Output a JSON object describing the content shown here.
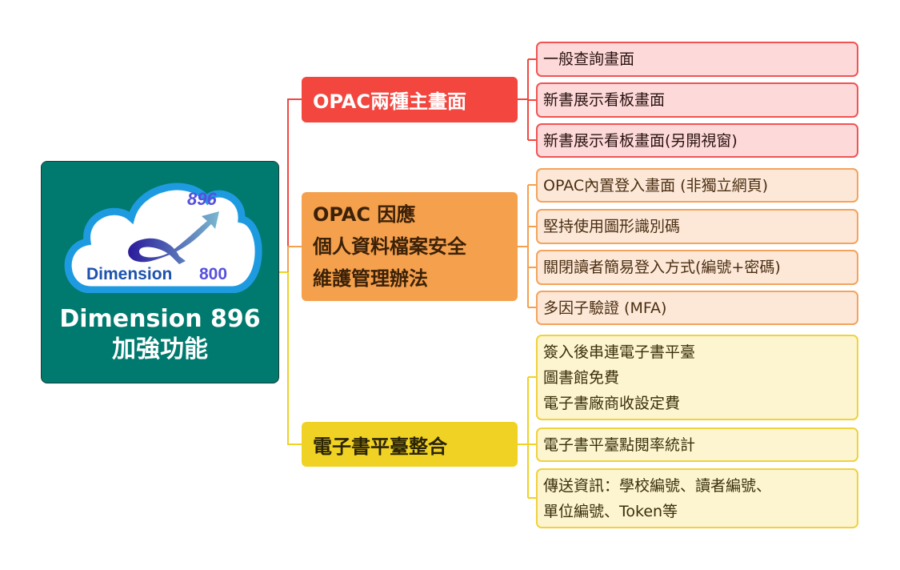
{
  "root": {
    "title_line1": "Dimension 896",
    "title_line2": "加強功能",
    "logo": {
      "top_text": "896",
      "bottom_text_a": "Dimension",
      "bottom_text_b": "800"
    }
  },
  "colors": {
    "root": "#007a6e",
    "red": "#f2463f",
    "orange": "#f5a04c",
    "yellow": "#f0d224"
  },
  "branches": [
    {
      "label": "OPAC兩種主畫面",
      "children": [
        "一般查詢畫面",
        "新書展示看板畫面",
        "新書展示看板畫面(另開視窗)"
      ]
    },
    {
      "label": "OPAC 因應\n個人資料檔案安全\n維護管理辦法",
      "children": [
        "OPAC內置登入畫面 (非獨立網頁)",
        "堅持使用圖形識別碼",
        "關閉讀者簡易登入方式(編號+密碼)",
        "多因子驗證 (MFA)"
      ]
    },
    {
      "label": "電子書平臺整合",
      "children": [
        "簽入後串連電子書平臺\n圖書館免費\n電子書廠商收設定費",
        "電子書平臺點閱率統計",
        "傳送資訊：學校編號、讀者編號、\n單位編號、Token等"
      ]
    }
  ]
}
